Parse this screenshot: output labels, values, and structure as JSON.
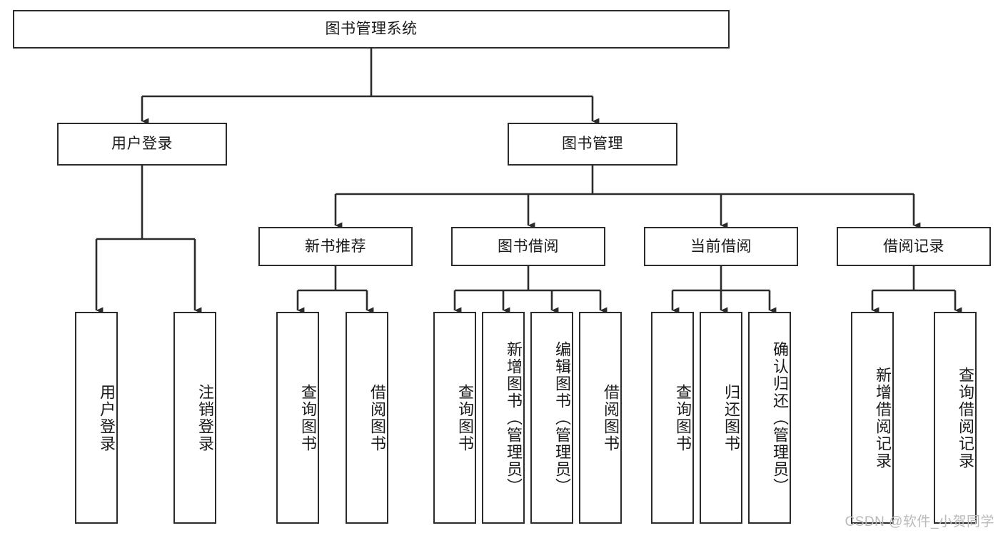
{
  "diagram": {
    "title": "图书管理系统",
    "type": "tree-hierarchy",
    "background_color": "#ffffff",
    "line_color": "#2b2b2b",
    "box_fill": "#ffffff"
  },
  "root": {
    "label": "图书管理系统"
  },
  "level2": [
    {
      "label": "用户登录"
    },
    {
      "label": "图书管理"
    }
  ],
  "level3": [
    {
      "label": "新书推荐"
    },
    {
      "label": "图书借阅"
    },
    {
      "label": "当前借阅"
    },
    {
      "label": "借阅记录"
    }
  ],
  "leaves": {
    "user_login": [
      {
        "label": "用户登录"
      },
      {
        "label": "注销登录"
      }
    ],
    "new_book": [
      {
        "label": "查询图书"
      },
      {
        "label": "借阅图书"
      }
    ],
    "book_borrow": [
      {
        "label": "查询图书"
      },
      {
        "label": "新增图书（管理员）"
      },
      {
        "label": "编辑图书（管理员）"
      },
      {
        "label": "借阅图书"
      }
    ],
    "current_borrow": [
      {
        "label": "查询图书"
      },
      {
        "label": "归还图书"
      },
      {
        "label": "确认归还（管理员）"
      }
    ],
    "borrow_record": [
      {
        "label": "新增借阅记录"
      },
      {
        "label": "查询借阅记录"
      }
    ]
  },
  "watermark": {
    "text": "CSDN @软件_小贺同学"
  }
}
